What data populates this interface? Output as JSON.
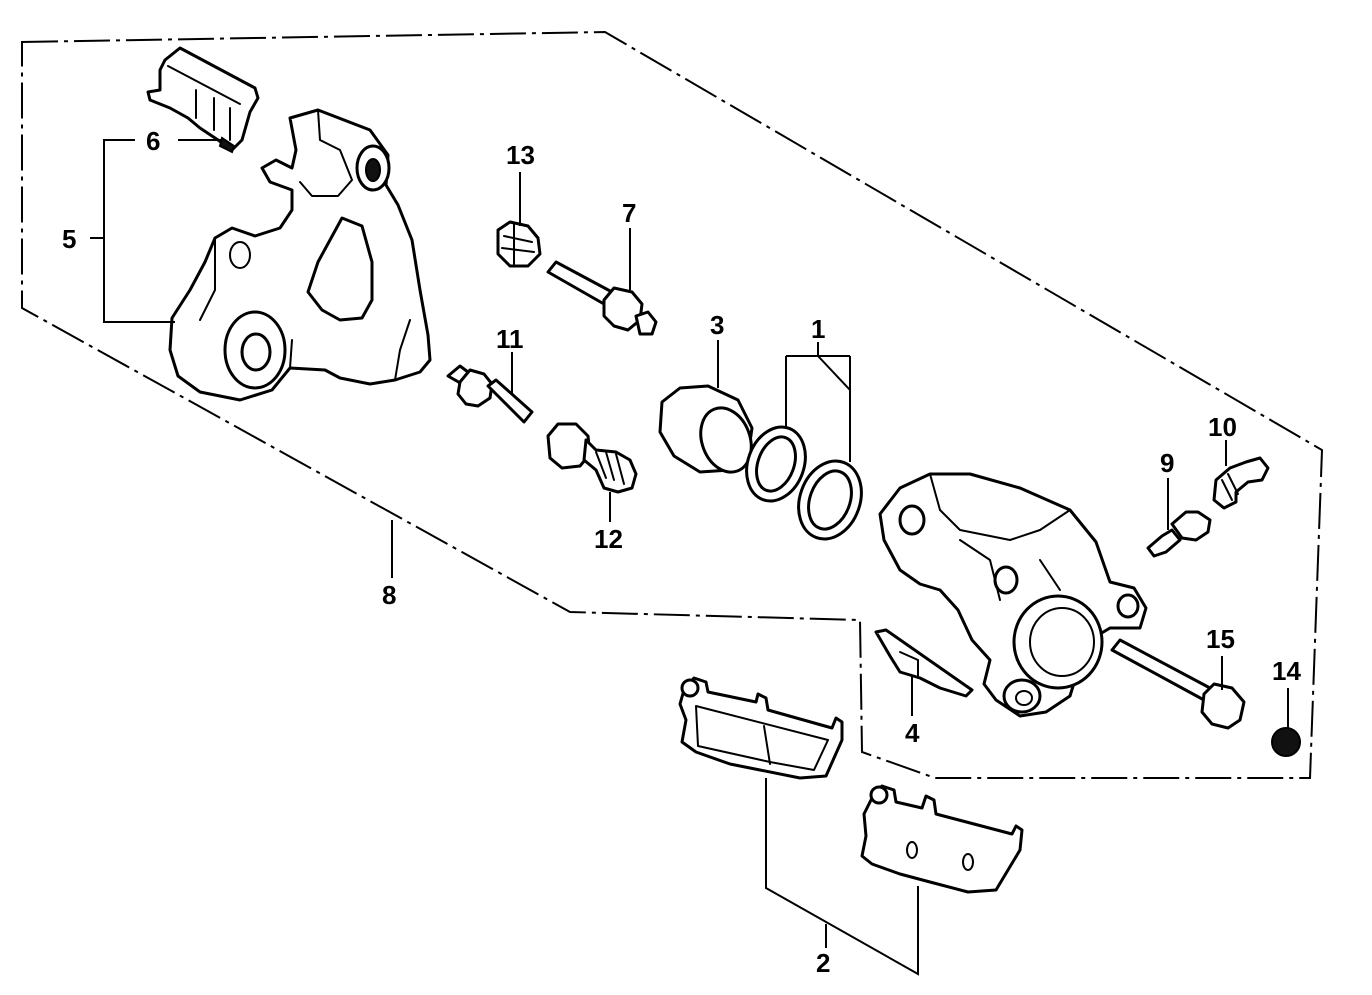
{
  "labels": {
    "p1": "1",
    "p2": "2",
    "p3": "3",
    "p4": "4",
    "p5": "5",
    "p6": "6",
    "p7": "7",
    "p8": "8",
    "p9": "9",
    "p10": "10",
    "p11": "11",
    "p12": "12",
    "p13": "13",
    "p14": "14",
    "p15": "15"
  }
}
